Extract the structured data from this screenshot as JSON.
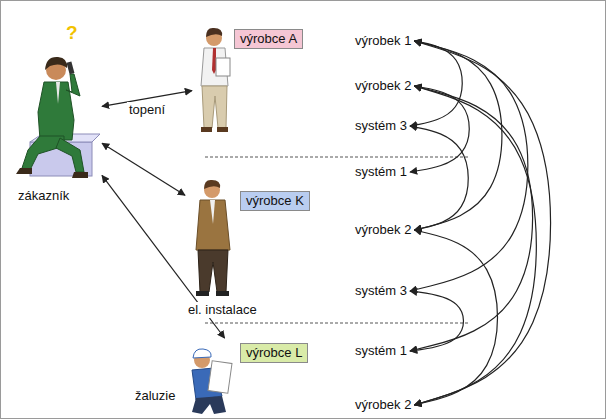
{
  "diagram": {
    "nodes": [
      {
        "text": [
          "?",
          "zákazník"
        ]
      },
      {
        "text": [
          "výrobce A"
        ]
      },
      {
        "text": [
          "výrobce K"
        ]
      },
      {
        "text": [
          "výrobce L"
        ]
      },
      {
        "text": [
          "výrobek 1"
        ]
      },
      {
        "text": [
          "výrobek 2"
        ]
      },
      {
        "text": [
          "systém 3"
        ]
      },
      {
        "text": [
          "systém 1"
        ]
      },
      {
        "text": [
          "výrobek 2"
        ]
      },
      {
        "text": [
          "systém 3"
        ]
      },
      {
        "text": [
          "systém 1"
        ]
      },
      {
        "text": [
          "výrobek 2"
        ]
      }
    ],
    "edges": [
      {
        "from": 0,
        "to": 1,
        "arrow": "both",
        "label": "topení"
      },
      {
        "from": 0,
        "to": 2,
        "arrow": "both"
      },
      {
        "from": 0,
        "to": 3,
        "arrow": "both"
      },
      {
        "from": 4,
        "to": 6,
        "arrow": "both"
      },
      {
        "from": 4,
        "to": 8,
        "arrow": "both"
      },
      {
        "from": 4,
        "to": 9,
        "arrow": "both"
      },
      {
        "from": 4,
        "to": 11,
        "arrow": "both"
      },
      {
        "from": 5,
        "to": 7,
        "arrow": "both"
      },
      {
        "from": 5,
        "to": 10,
        "arrow": "both"
      },
      {
        "from": 5,
        "to": 11,
        "arrow": "both"
      },
      {
        "from": 8,
        "to": 11,
        "arrow": "both"
      },
      {
        "from": 9,
        "to": 10,
        "arrow": "both"
      },
      {
        "from": 6,
        "to": 8,
        "arrow": "both"
      }
    ],
    "labels": [
      "el. instalace",
      "žaluzie"
    ]
  }
}
